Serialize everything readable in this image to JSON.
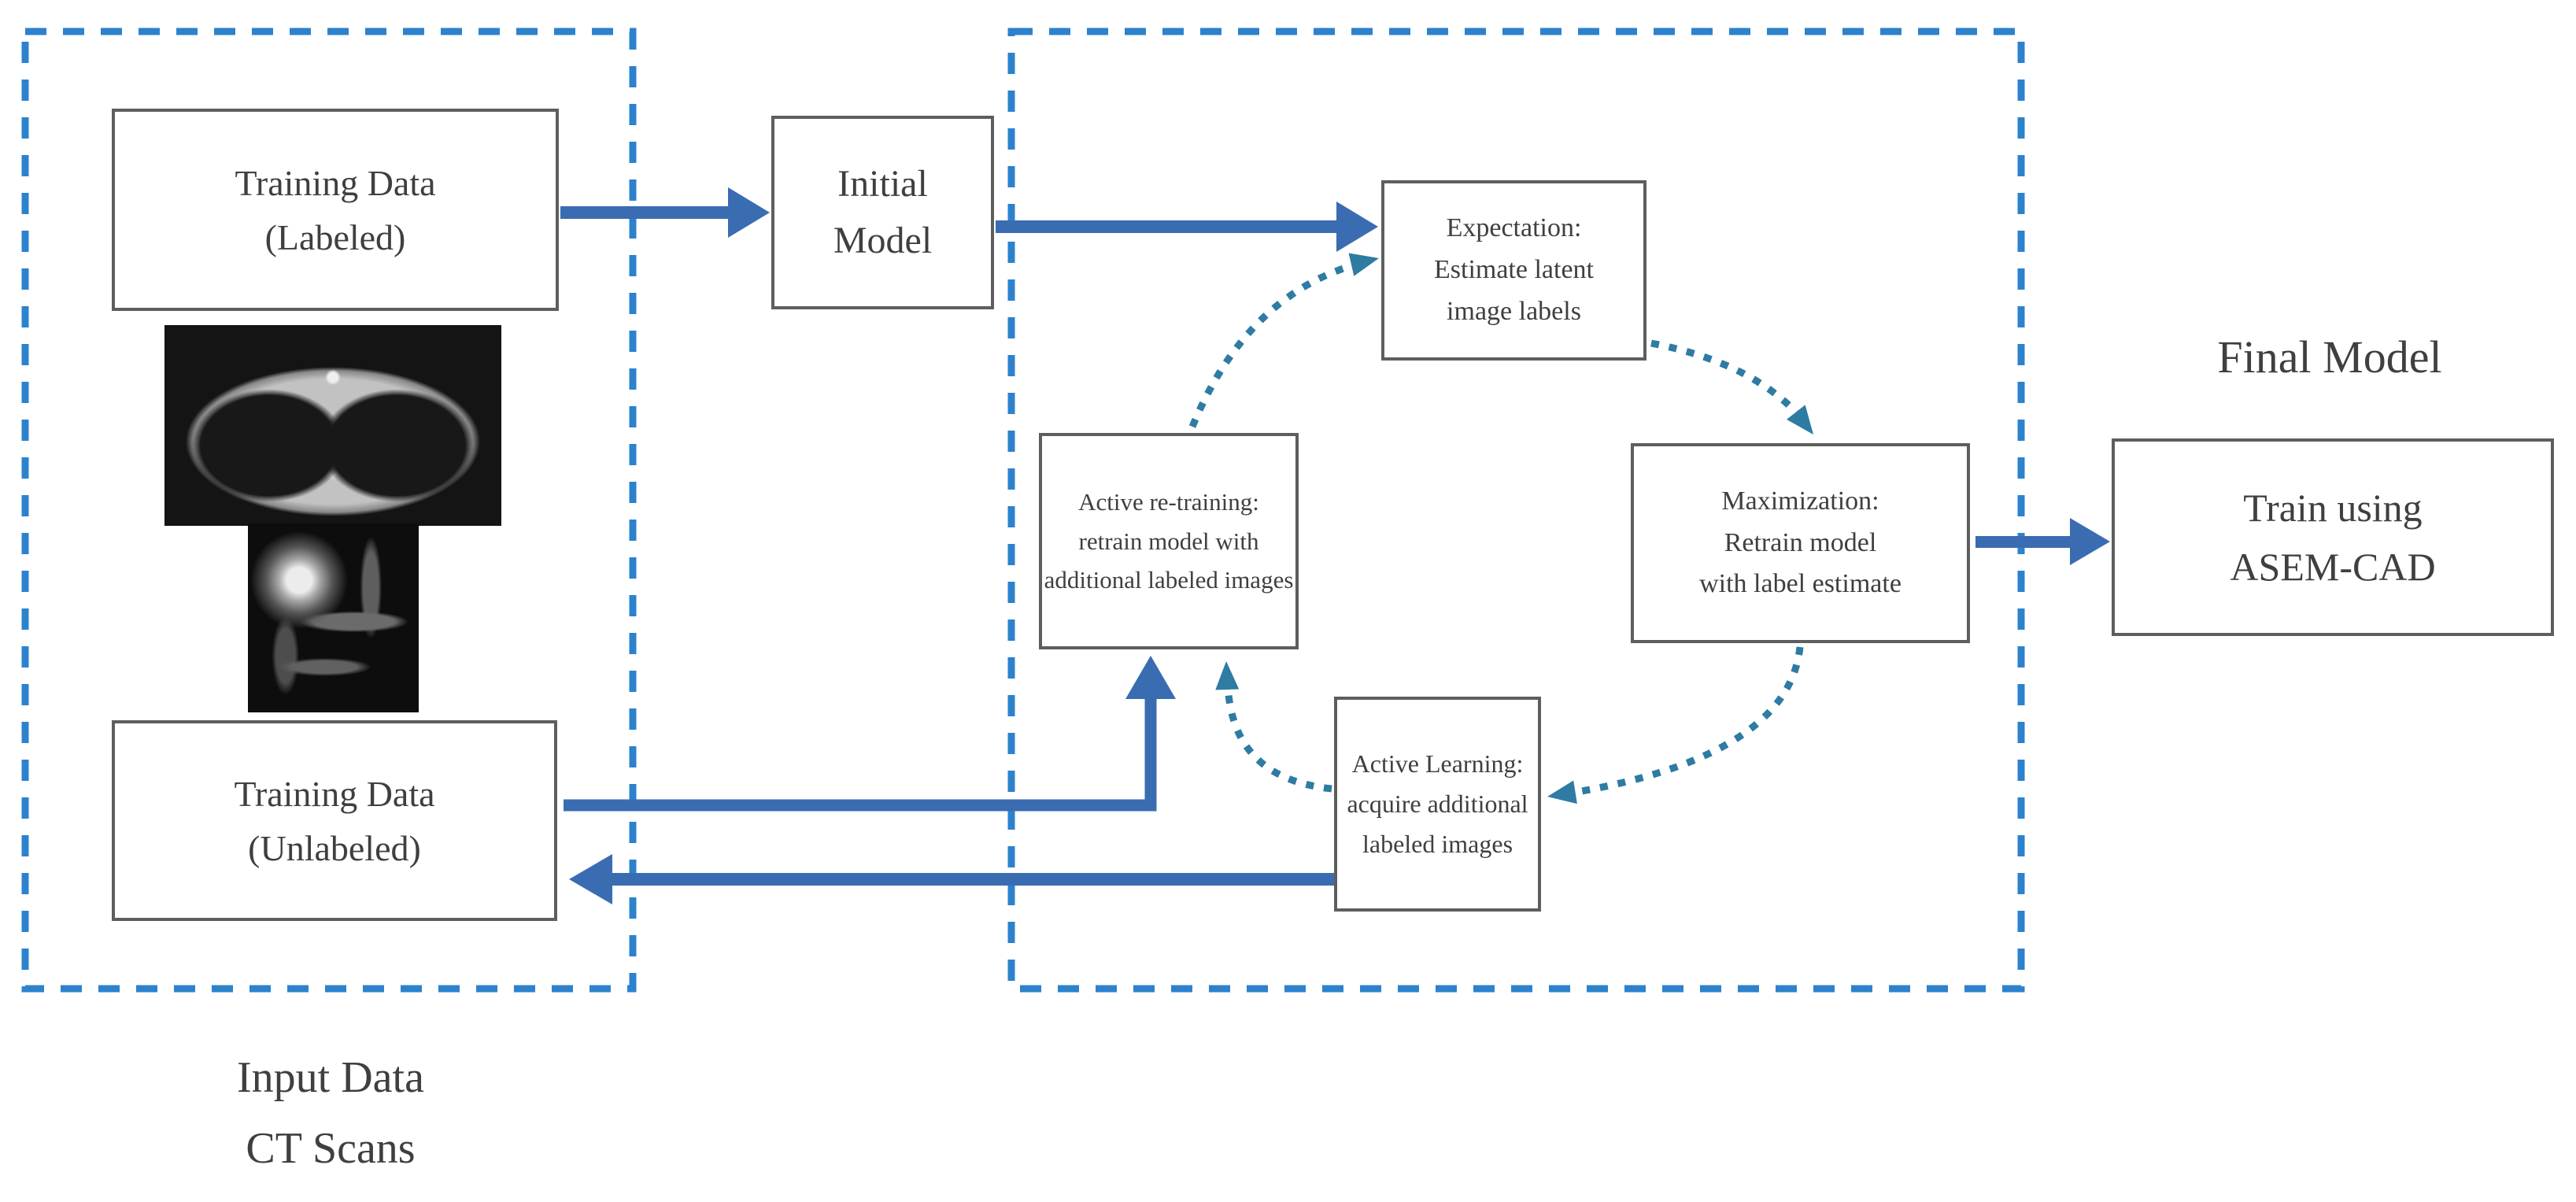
{
  "colors": {
    "solid_arrow": "#3a6cb2",
    "dashed_container_border": "#2c82cd",
    "dotted_cycle_arrow": "#2e7ba3",
    "box_border": "#5e5e5e",
    "text": "#3f3f3f",
    "background": "#ffffff"
  },
  "containers": {
    "input_data": {
      "label": "Input Data\nCT Scans"
    },
    "em_cycle": {
      "label": ""
    }
  },
  "boxes": {
    "training_labeled": {
      "text": "Training Data\n(Labeled)"
    },
    "training_unlabeled": {
      "text": "Training Data\n(Unlabeled)"
    },
    "initial_model": {
      "text": "Initial\nModel"
    },
    "expectation": {
      "text": "Expectation:\nEstimate latent\nimage labels"
    },
    "maximization": {
      "text": "Maximization:\nRetrain model\nwith label estimate"
    },
    "active_retraining": {
      "text": "Active re-training:\nretrain model with\nadditional labeled images"
    },
    "active_learning": {
      "text": "Active Learning:\nacquire additional\nlabeled images"
    },
    "train_asem": {
      "text": "Train using\nASEM-CAD"
    }
  },
  "labels": {
    "final_model": "Final Model"
  },
  "images": {
    "ct_chest": "ct-axial-chest-slice",
    "ct_nodule": "ct-lung-nodule-patch"
  }
}
